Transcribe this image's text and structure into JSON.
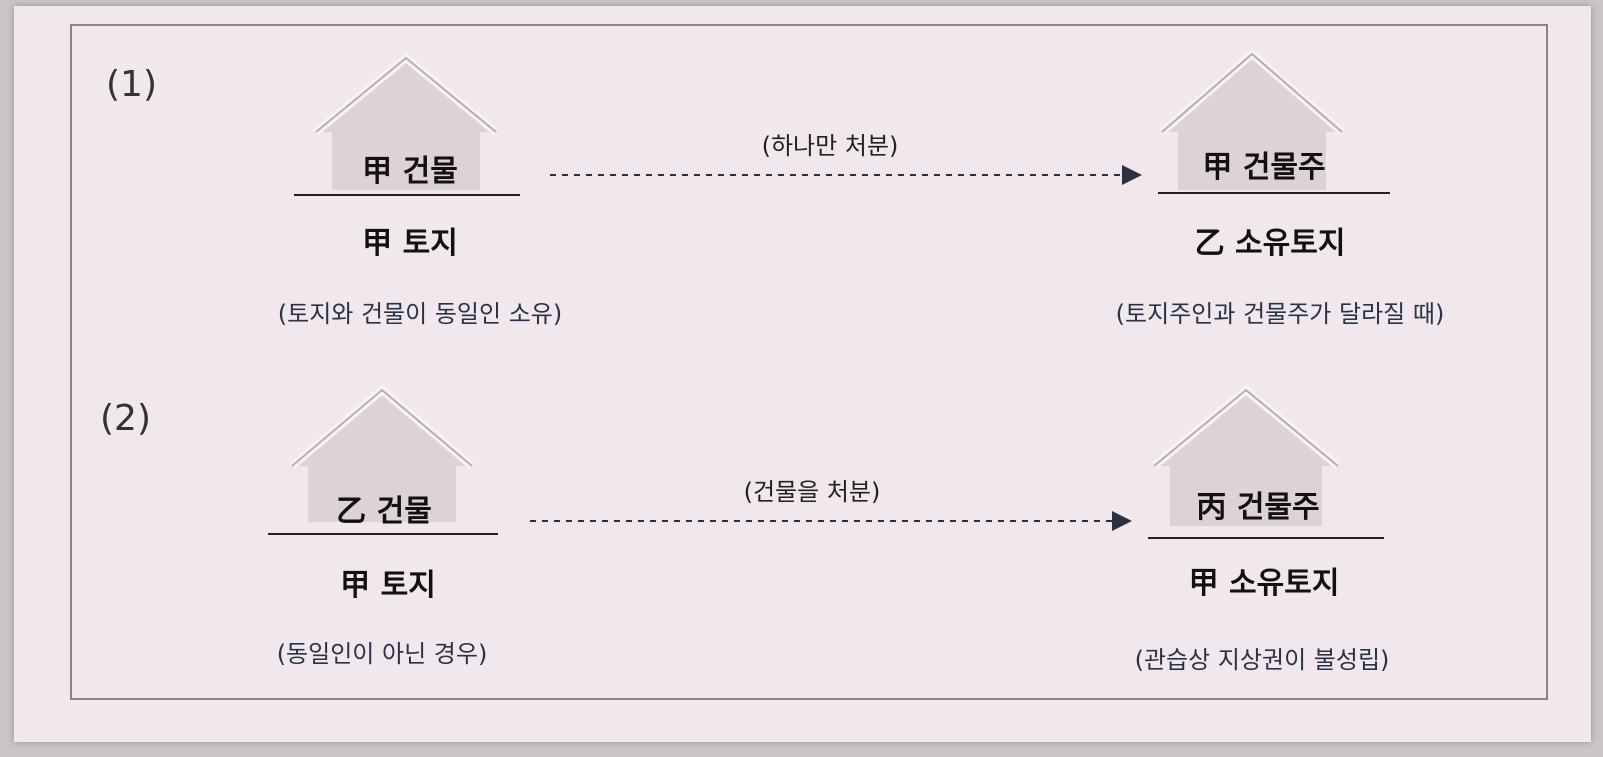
{
  "sections": [
    {
      "label": "(1)",
      "left": {
        "top": "甲 건물",
        "bottom": "甲 토지",
        "note": "(토지와 건물이 동일인 소유)"
      },
      "action": "(하나만 처분)",
      "right": {
        "top": "甲 건물주",
        "bottom": "乙 소유토지",
        "note": "(토지주인과 건물주가 달라질 때)"
      }
    },
    {
      "label": "(2)",
      "left": {
        "top": "乙 건물",
        "bottom": "甲 토지",
        "note": "(동일인이 아닌 경우)"
      },
      "action": "(건물을 처분)",
      "right": {
        "top": "丙 건물주",
        "bottom": "甲 소유토지",
        "note": "(관습상 지상권이 불성립)"
      }
    }
  ],
  "colors": {
    "paper": "#f0e8ec",
    "house_fill": "#ddd3d7",
    "house_edge": "#b8aeb2",
    "line": "#222222"
  }
}
